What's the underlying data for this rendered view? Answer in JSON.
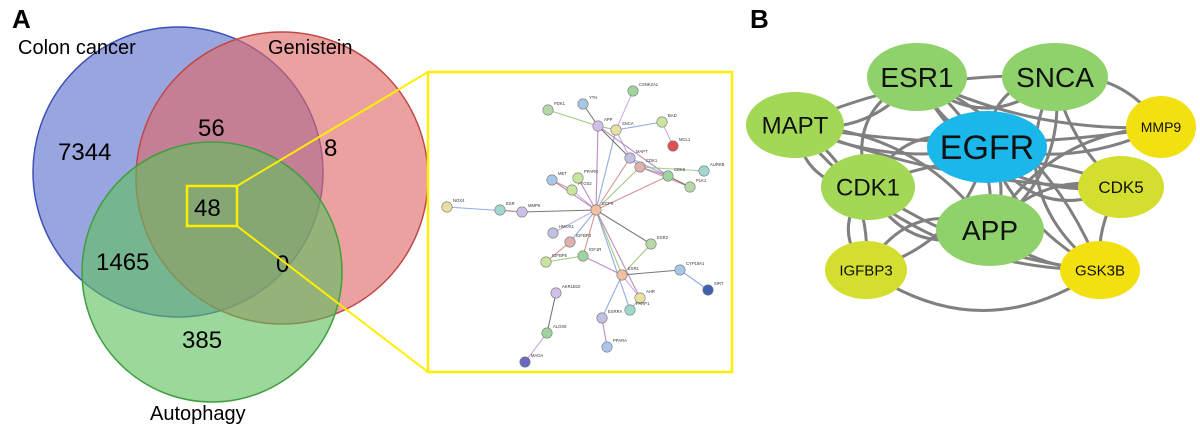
{
  "panels": {
    "a": {
      "letter": "A"
    },
    "b": {
      "letter": "B"
    }
  },
  "venn": {
    "sets": [
      {
        "label": "Colon cancer",
        "color": "#5b6dcc"
      },
      {
        "label": "Genistein",
        "color": "#e06767"
      },
      {
        "label": "Autophagy",
        "color": "#5fbf5f"
      }
    ],
    "regions": {
      "colon_only": "7344",
      "colon_genistein": "56",
      "genistein_only": "8",
      "all_three": "48",
      "colon_autophagy": "1465",
      "genistein_autophagy": "0",
      "autophagy_only": "385"
    },
    "highlight_color": "#ffee00"
  },
  "ppi_inset": {
    "nodes": [
      {
        "label": "CSNK2A1"
      },
      {
        "label": "PDK1"
      },
      {
        "label": "YTH"
      },
      {
        "label": "BAD"
      },
      {
        "label": "MCL1"
      },
      {
        "label": "APP"
      },
      {
        "label": "SNCA"
      },
      {
        "label": "AURKB"
      },
      {
        "label": "MAPT"
      },
      {
        "label": "CDK1"
      },
      {
        "label": "CDK5"
      },
      {
        "label": "PLK1"
      },
      {
        "label": "MET"
      },
      {
        "label": "PTGS2"
      },
      {
        "label": "EGFR"
      },
      {
        "label": "MMP9"
      },
      {
        "label": "NOX4"
      },
      {
        "label": "ESR"
      },
      {
        "label": "HMOX1"
      },
      {
        "label": "IGFBP3"
      },
      {
        "label": "IGF1R"
      },
      {
        "label": "ESR2"
      },
      {
        "label": "CYP19A1"
      },
      {
        "label": "IGFBP5"
      },
      {
        "label": "ESR1"
      },
      {
        "label": "AKR1B10"
      },
      {
        "label": "AHR"
      },
      {
        "label": "PARP1"
      },
      {
        "label": "ESRRA"
      },
      {
        "label": "SIRT"
      },
      {
        "label": "ALOX5"
      },
      {
        "label": "MAOA"
      },
      {
        "label": "PPARA"
      },
      {
        "label": "PPARG"
      }
    ]
  },
  "network": {
    "nodes": [
      {
        "id": "ESR1",
        "label": "ESR1",
        "color": "#8fd16a"
      },
      {
        "id": "SNCA",
        "label": "SNCA",
        "color": "#8fd16a"
      },
      {
        "id": "MAPT",
        "label": "MAPT",
        "color": "#a3d756"
      },
      {
        "id": "EGFR",
        "label": "EGFR",
        "color": "#1ab7ea"
      },
      {
        "id": "MMP9",
        "label": "MMP9",
        "color": "#f2e011"
      },
      {
        "id": "CDK1",
        "label": "CDK1",
        "color": "#a3d756"
      },
      {
        "id": "CDK5",
        "label": "CDK5",
        "color": "#d4de2e"
      },
      {
        "id": "APP",
        "label": "APP",
        "color": "#8fd16a"
      },
      {
        "id": "IGFBP3",
        "label": "IGFBP3",
        "color": "#d4de2e"
      },
      {
        "id": "GSK3B",
        "label": "GSK3B",
        "color": "#f2e011"
      }
    ],
    "edge_color": "#808080"
  }
}
